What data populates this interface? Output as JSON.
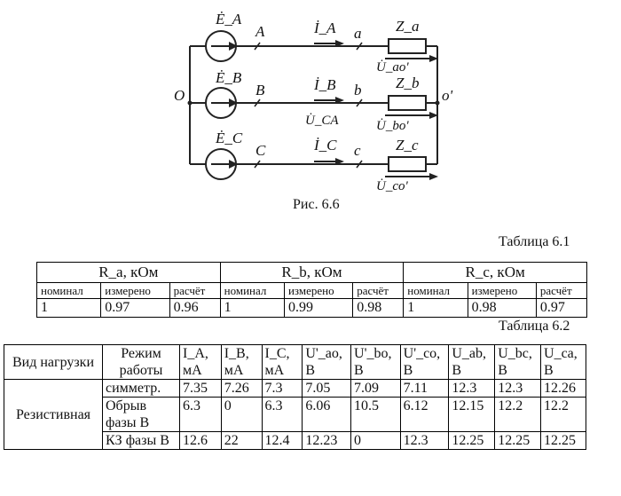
{
  "figure": {
    "caption": "Рис. 6.6",
    "labels": {
      "ea": "Ė_A",
      "eb": "Ė_B",
      "ec": "Ė_C",
      "node_o": "O",
      "node_o_prime": "o'",
      "A": "A",
      "B": "B",
      "C": "C",
      "a": "a",
      "b": "b",
      "c": "c",
      "ia": "İ_A",
      "ib": "İ_B",
      "ic": "İ_C",
      "uca": "U̇_CA",
      "za": "Z_a",
      "zb": "Z_b",
      "zc": "Z_c",
      "uao": "U̇_ao'",
      "ubo": "U̇_bo'",
      "uco": "U̇_co'"
    }
  },
  "table1": {
    "caption": "Таблица 6.1",
    "groups": [
      "R_a, кОм",
      "R_b, кОм",
      "R_c, кОм"
    ],
    "subheaders": [
      "номинал",
      "измерено",
      "расчёт",
      "номинал",
      "измерено",
      "расчёт",
      "номинал",
      "измерено",
      "расчёт"
    ],
    "values": [
      "1",
      "0.97",
      "0.96",
      "1",
      "0.99",
      "0.98",
      "1",
      "0.98",
      "0.97"
    ]
  },
  "table2": {
    "caption": "Таблица 6.2",
    "header": {
      "load_type": "Вид нагрузки",
      "mode": "Режим работы",
      "cols": [
        "I_A, мА",
        "I_B, мА",
        "I_C, мА",
        "U'_ao, В",
        "U'_bo, В",
        "U'_co, В",
        "U_ab, В",
        "U_bc, В",
        "U_ca, В"
      ]
    },
    "load_type_value": "Резистивная",
    "rows": [
      {
        "mode": "симметр.",
        "values": [
          "7.35",
          "7.26",
          "7.3",
          "7.05",
          "7.09",
          "7.11",
          "12.3",
          "12.3",
          "12.26"
        ]
      },
      {
        "mode": "Обрыв фазы В",
        "values": [
          "6.3",
          "0",
          "6.3",
          "6.06",
          "10.5",
          "6.12",
          "12.15",
          "12.2",
          "12.2"
        ]
      },
      {
        "mode": "КЗ фазы В",
        "values": [
          "12.6",
          "22",
          "12.4",
          "12.23",
          "0",
          "12.3",
          "12.25",
          "12.25",
          "12.25"
        ]
      }
    ]
  }
}
